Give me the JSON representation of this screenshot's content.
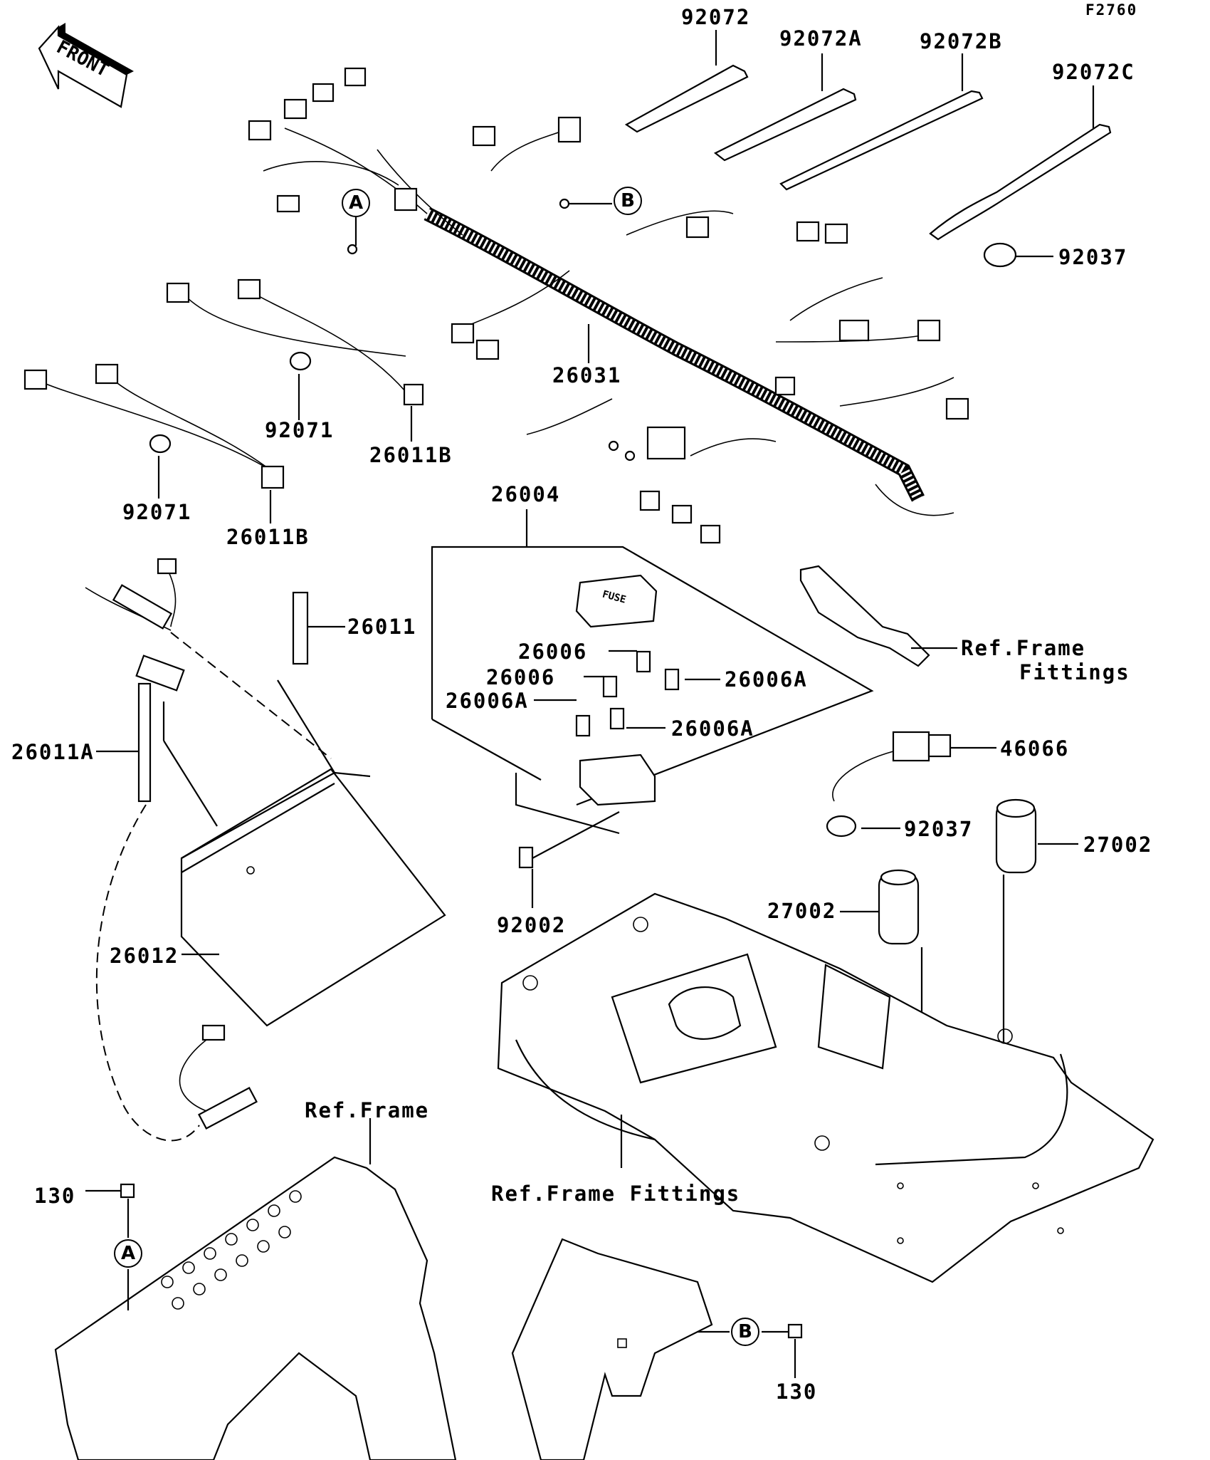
{
  "figure_code": "F2760",
  "front_arrow": "FRONT",
  "callouts": {
    "a": "A",
    "b": "B"
  },
  "labels": {
    "p92072": "92072",
    "p92072A": "92072A",
    "p92072B": "92072B",
    "p92072C": "92072C",
    "p92037_top": "92037",
    "p26031": "26031",
    "p92071_a": "92071",
    "p92071_b": "92071",
    "p26011B_a": "26011B",
    "p26011B_b": "26011B",
    "p26004": "26004",
    "p26011": "26011",
    "p26006_a": "26006",
    "p26006_b": "26006",
    "p26006A_a": "26006A",
    "p26006A_b": "26006A",
    "p26006A_c": "26006A",
    "ref_frame_fittings_1": "Ref.Frame",
    "ref_frame_fittings_2": "Fittings",
    "p46066": "46066",
    "p26011A": "26011A",
    "p92037_mid": "92037",
    "p27002_a": "27002",
    "p27002_b": "27002",
    "p92002": "92002",
    "p26012": "26012",
    "ref_frame": "Ref.Frame",
    "ref_frame_fittings_bottom": "Ref.Frame Fittings",
    "p130_a": "130",
    "p130_b": "130"
  },
  "fuse_text": "FUSE"
}
